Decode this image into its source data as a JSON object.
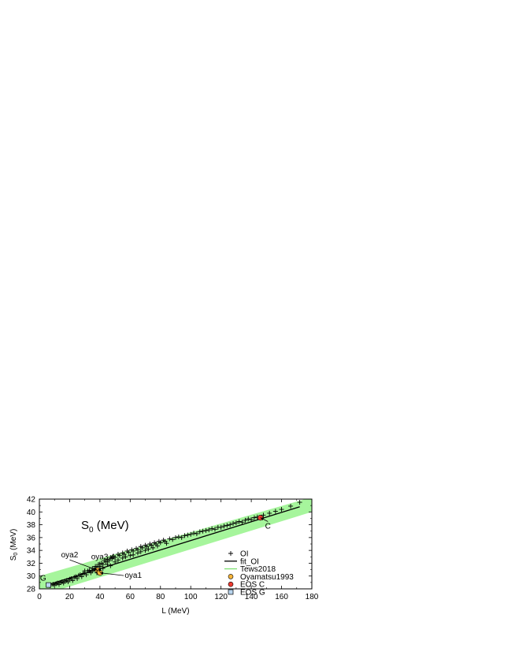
{
  "chart_data": {
    "type": "scatter",
    "inset_label": "S",
    "inset_label_sub": "0",
    "inset_label_tail": " (MeV)",
    "xlabel": "L (MeV)",
    "ylabel_main": "S",
    "ylabel_sub": "0",
    "ylabel_tail": " (MeV)",
    "xlim": [
      0,
      180
    ],
    "ylim": [
      28,
      42
    ],
    "xticks": [
      "0",
      "20",
      "40",
      "60",
      "80",
      "100",
      "120",
      "140",
      "160",
      "180"
    ],
    "yticks": [
      "28",
      "30",
      "32",
      "34",
      "36",
      "38",
      "40",
      "42"
    ],
    "colors": {
      "band": "#a6f59c",
      "tews_line": "#79e06c",
      "oyamatsu": "#f7b53a",
      "eos_c": "#ee3b30",
      "eos_g": "#b8d4ee"
    },
    "legend": {
      "position": "lower-right",
      "entries": [
        "OI",
        "fit_OI",
        "Tews2018",
        "Oyamatsu1993",
        "EOS C",
        "EOS G"
      ]
    },
    "series": [
      {
        "name": "OI",
        "marker": "plus",
        "points": [
          [
            7,
            28.5
          ],
          [
            9,
            28.7
          ],
          [
            10,
            28.6
          ],
          [
            11,
            28.8
          ],
          [
            12,
            28.9
          ],
          [
            13,
            28.7
          ],
          [
            14,
            29.0
          ],
          [
            15,
            29.1
          ],
          [
            16,
            28.9
          ],
          [
            17,
            29.2
          ],
          [
            18,
            29.3
          ],
          [
            19,
            29.1
          ],
          [
            20,
            29.5
          ],
          [
            21,
            29.6
          ],
          [
            22,
            29.3
          ],
          [
            23,
            29.8
          ],
          [
            24,
            29.9
          ],
          [
            25,
            29.6
          ],
          [
            26,
            30.1
          ],
          [
            27,
            30.2
          ],
          [
            28,
            29.9
          ],
          [
            29,
            30.4
          ],
          [
            30,
            30.5
          ],
          [
            31,
            30.2
          ],
          [
            32,
            30.8
          ],
          [
            33,
            30.9
          ],
          [
            34,
            30.5
          ],
          [
            35,
            31.2
          ],
          [
            36,
            31.0
          ],
          [
            37,
            31.5
          ],
          [
            38,
            31.3
          ],
          [
            39,
            31.8
          ],
          [
            40,
            31.5
          ],
          [
            41,
            32.0
          ],
          [
            42,
            31.8
          ],
          [
            43,
            32.4
          ],
          [
            44,
            32.2
          ],
          [
            45,
            32.6
          ],
          [
            46,
            32.4
          ],
          [
            47,
            32.9
          ],
          [
            48,
            32.7
          ],
          [
            49,
            33.1
          ],
          [
            50,
            32.9
          ],
          [
            52,
            33.4
          ],
          [
            53,
            33.2
          ],
          [
            55,
            33.6
          ],
          [
            56,
            33.4
          ],
          [
            58,
            33.9
          ],
          [
            59,
            33.7
          ],
          [
            61,
            34.1
          ],
          [
            62,
            33.9
          ],
          [
            64,
            34.3
          ],
          [
            65,
            34.1
          ],
          [
            67,
            34.6
          ],
          [
            68,
            34.4
          ],
          [
            70,
            34.8
          ],
          [
            71,
            34.6
          ],
          [
            73,
            35.0
          ],
          [
            74,
            34.8
          ],
          [
            76,
            35.2
          ],
          [
            77,
            35.0
          ],
          [
            79,
            35.4
          ],
          [
            80,
            35.2
          ],
          [
            82,
            35.6
          ],
          [
            83,
            35.4
          ],
          [
            86,
            35.8
          ],
          [
            88,
            35.7
          ],
          [
            90,
            36.0
          ],
          [
            92,
            36.1
          ],
          [
            94,
            36.0
          ],
          [
            96,
            36.3
          ],
          [
            98,
            36.4
          ],
          [
            100,
            36.5
          ],
          [
            102,
            36.7
          ],
          [
            104,
            36.6
          ],
          [
            106,
            36.9
          ],
          [
            108,
            37.0
          ],
          [
            110,
            37.1
          ],
          [
            112,
            37.2
          ],
          [
            114,
            37.4
          ],
          [
            116,
            37.3
          ],
          [
            118,
            37.6
          ],
          [
            120,
            37.6
          ],
          [
            122,
            37.8
          ],
          [
            124,
            37.9
          ],
          [
            126,
            38.0
          ],
          [
            128,
            38.2
          ],
          [
            130,
            38.3
          ],
          [
            132,
            38.5
          ],
          [
            134,
            38.4
          ],
          [
            136,
            38.7
          ],
          [
            138,
            38.9
          ],
          [
            140,
            38.8
          ],
          [
            142,
            39.1
          ],
          [
            144,
            39.2
          ],
          [
            148,
            39.5
          ],
          [
            152,
            39.8
          ],
          [
            156,
            40.1
          ],
          [
            160,
            40.4
          ],
          [
            166,
            40.9
          ],
          [
            172,
            41.5
          ],
          [
            30,
            30.8
          ],
          [
            35,
            30.8
          ],
          [
            40,
            30.7
          ],
          [
            45,
            31.8
          ],
          [
            50,
            32.2
          ],
          [
            55,
            32.8
          ],
          [
            60,
            33.2
          ],
          [
            65,
            33.6
          ],
          [
            70,
            34.0
          ],
          [
            75,
            34.4
          ],
          [
            38,
            30.5
          ],
          [
            42,
            31.2
          ],
          [
            47,
            31.6
          ],
          [
            52,
            32.5
          ],
          [
            57,
            33.0
          ],
          [
            62,
            33.3
          ],
          [
            67,
            33.8
          ],
          [
            72,
            34.2
          ],
          [
            78,
            34.7
          ],
          [
            84,
            35.1
          ]
        ]
      },
      {
        "name": "fit_OI",
        "type": "line",
        "x": [
          5,
          172
        ],
        "y": [
          28.6,
          40.8
        ]
      },
      {
        "name": "Tews2018",
        "type": "band",
        "x": [
          0,
          180
        ],
        "y_upper": [
          30.0,
          42.3
        ],
        "y_lower": [
          26.9,
          40.0
        ]
      },
      {
        "name": "Oyamatsu1993",
        "marker": "circle",
        "points": [
          [
            38.5,
            30.9
          ],
          [
            39.5,
            30.6
          ],
          [
            40,
            30.5
          ]
        ]
      },
      {
        "name": "EOS C",
        "marker": "circle",
        "points": [
          [
            146,
            39.1
          ]
        ]
      },
      {
        "name": "EOS G",
        "marker": "square",
        "points": [
          [
            6,
            28.6
          ]
        ]
      }
    ],
    "annotations": [
      {
        "text": "oya2",
        "x": 20,
        "y": 32.9
      },
      {
        "text": "oya3,4",
        "x": 42,
        "y": 32.6
      },
      {
        "text": "oya1",
        "x": 62,
        "y": 29.7
      },
      {
        "text": "C",
        "x": 151,
        "y": 37.4
      },
      {
        "text": "G",
        "x": 2.5,
        "y": 29.3
      }
    ]
  }
}
